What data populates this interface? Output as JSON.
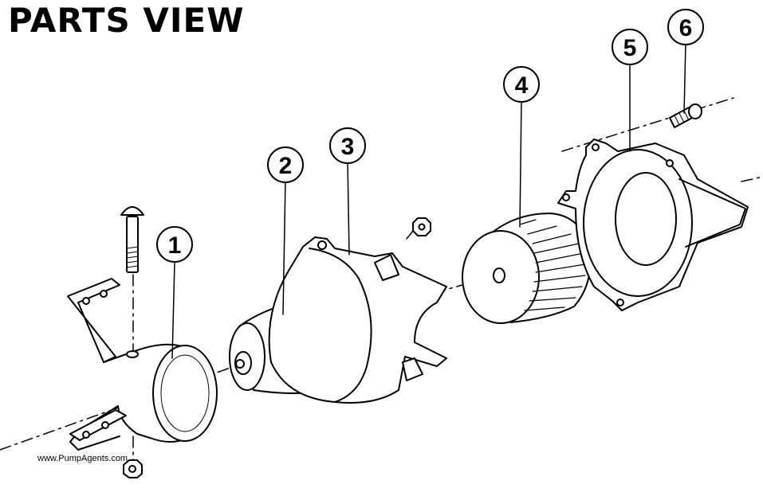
{
  "title": "PARTS VIEW",
  "watermark": "www.PumpAgents.com",
  "callouts": [
    "1",
    "2",
    "3",
    "4",
    "5",
    "6"
  ]
}
